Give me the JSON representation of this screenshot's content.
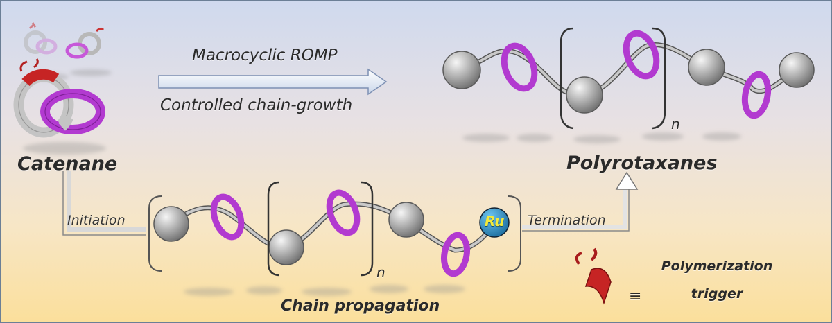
{
  "labels": {
    "catenane": "Catenane",
    "arrow_top": "Macrocyclic ROMP",
    "arrow_bottom": "Controlled chain-growth",
    "product": "Polyrotaxanes",
    "initiation": "Initiation",
    "termination": "Termination",
    "propagation": "Chain propagation",
    "ru": "Ru",
    "n_top": "n",
    "n_bottom": "n",
    "equiv": "≡",
    "trigger_line1": "Polymerization",
    "trigger_line2": "trigger"
  },
  "colors": {
    "magenta": "#b23ad0",
    "gray_ring": "#c4c4c4",
    "red_trigger": "#c62424",
    "ru_blue": "#2c8fc6",
    "ru_text": "#f3e93a"
  }
}
